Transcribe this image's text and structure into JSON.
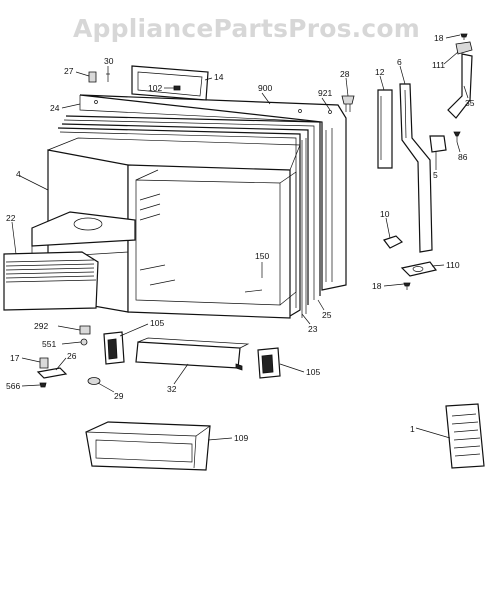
{
  "watermark": "AppliancePartsPros.com",
  "callouts": [
    {
      "key": "c18a",
      "text": "18"
    },
    {
      "key": "c111",
      "text": "111"
    },
    {
      "key": "c6a",
      "text": "6"
    },
    {
      "key": "c35",
      "text": "35"
    },
    {
      "key": "c12",
      "text": "12"
    },
    {
      "key": "c27",
      "text": "27"
    },
    {
      "key": "c30",
      "text": "30"
    },
    {
      "key": "c14",
      "text": "14"
    },
    {
      "key": "c102",
      "text": "102"
    },
    {
      "key": "c900",
      "text": "900"
    },
    {
      "key": "c921",
      "text": "921"
    },
    {
      "key": "c28",
      "text": "28"
    },
    {
      "key": "c24",
      "text": "24"
    },
    {
      "key": "c86",
      "text": "86"
    },
    {
      "key": "c5",
      "text": "5"
    },
    {
      "key": "c4",
      "text": "4"
    },
    {
      "key": "c22",
      "text": "22"
    },
    {
      "key": "c10",
      "text": "10"
    },
    {
      "key": "c150",
      "text": "150"
    },
    {
      "key": "c110",
      "text": "110"
    },
    {
      "key": "c18b",
      "text": "18"
    },
    {
      "key": "c25",
      "text": "25"
    },
    {
      "key": "c23",
      "text": "23"
    },
    {
      "key": "c292",
      "text": "292"
    },
    {
      "key": "c105a",
      "text": "105"
    },
    {
      "key": "c551",
      "text": "551"
    },
    {
      "key": "c17",
      "text": "17"
    },
    {
      "key": "c26",
      "text": "26"
    },
    {
      "key": "c105b",
      "text": "105"
    },
    {
      "key": "c32",
      "text": "32"
    },
    {
      "key": "c566",
      "text": "566"
    },
    {
      "key": "c29",
      "text": "29"
    },
    {
      "key": "c109",
      "text": "109"
    },
    {
      "key": "c1",
      "text": "1"
    }
  ]
}
